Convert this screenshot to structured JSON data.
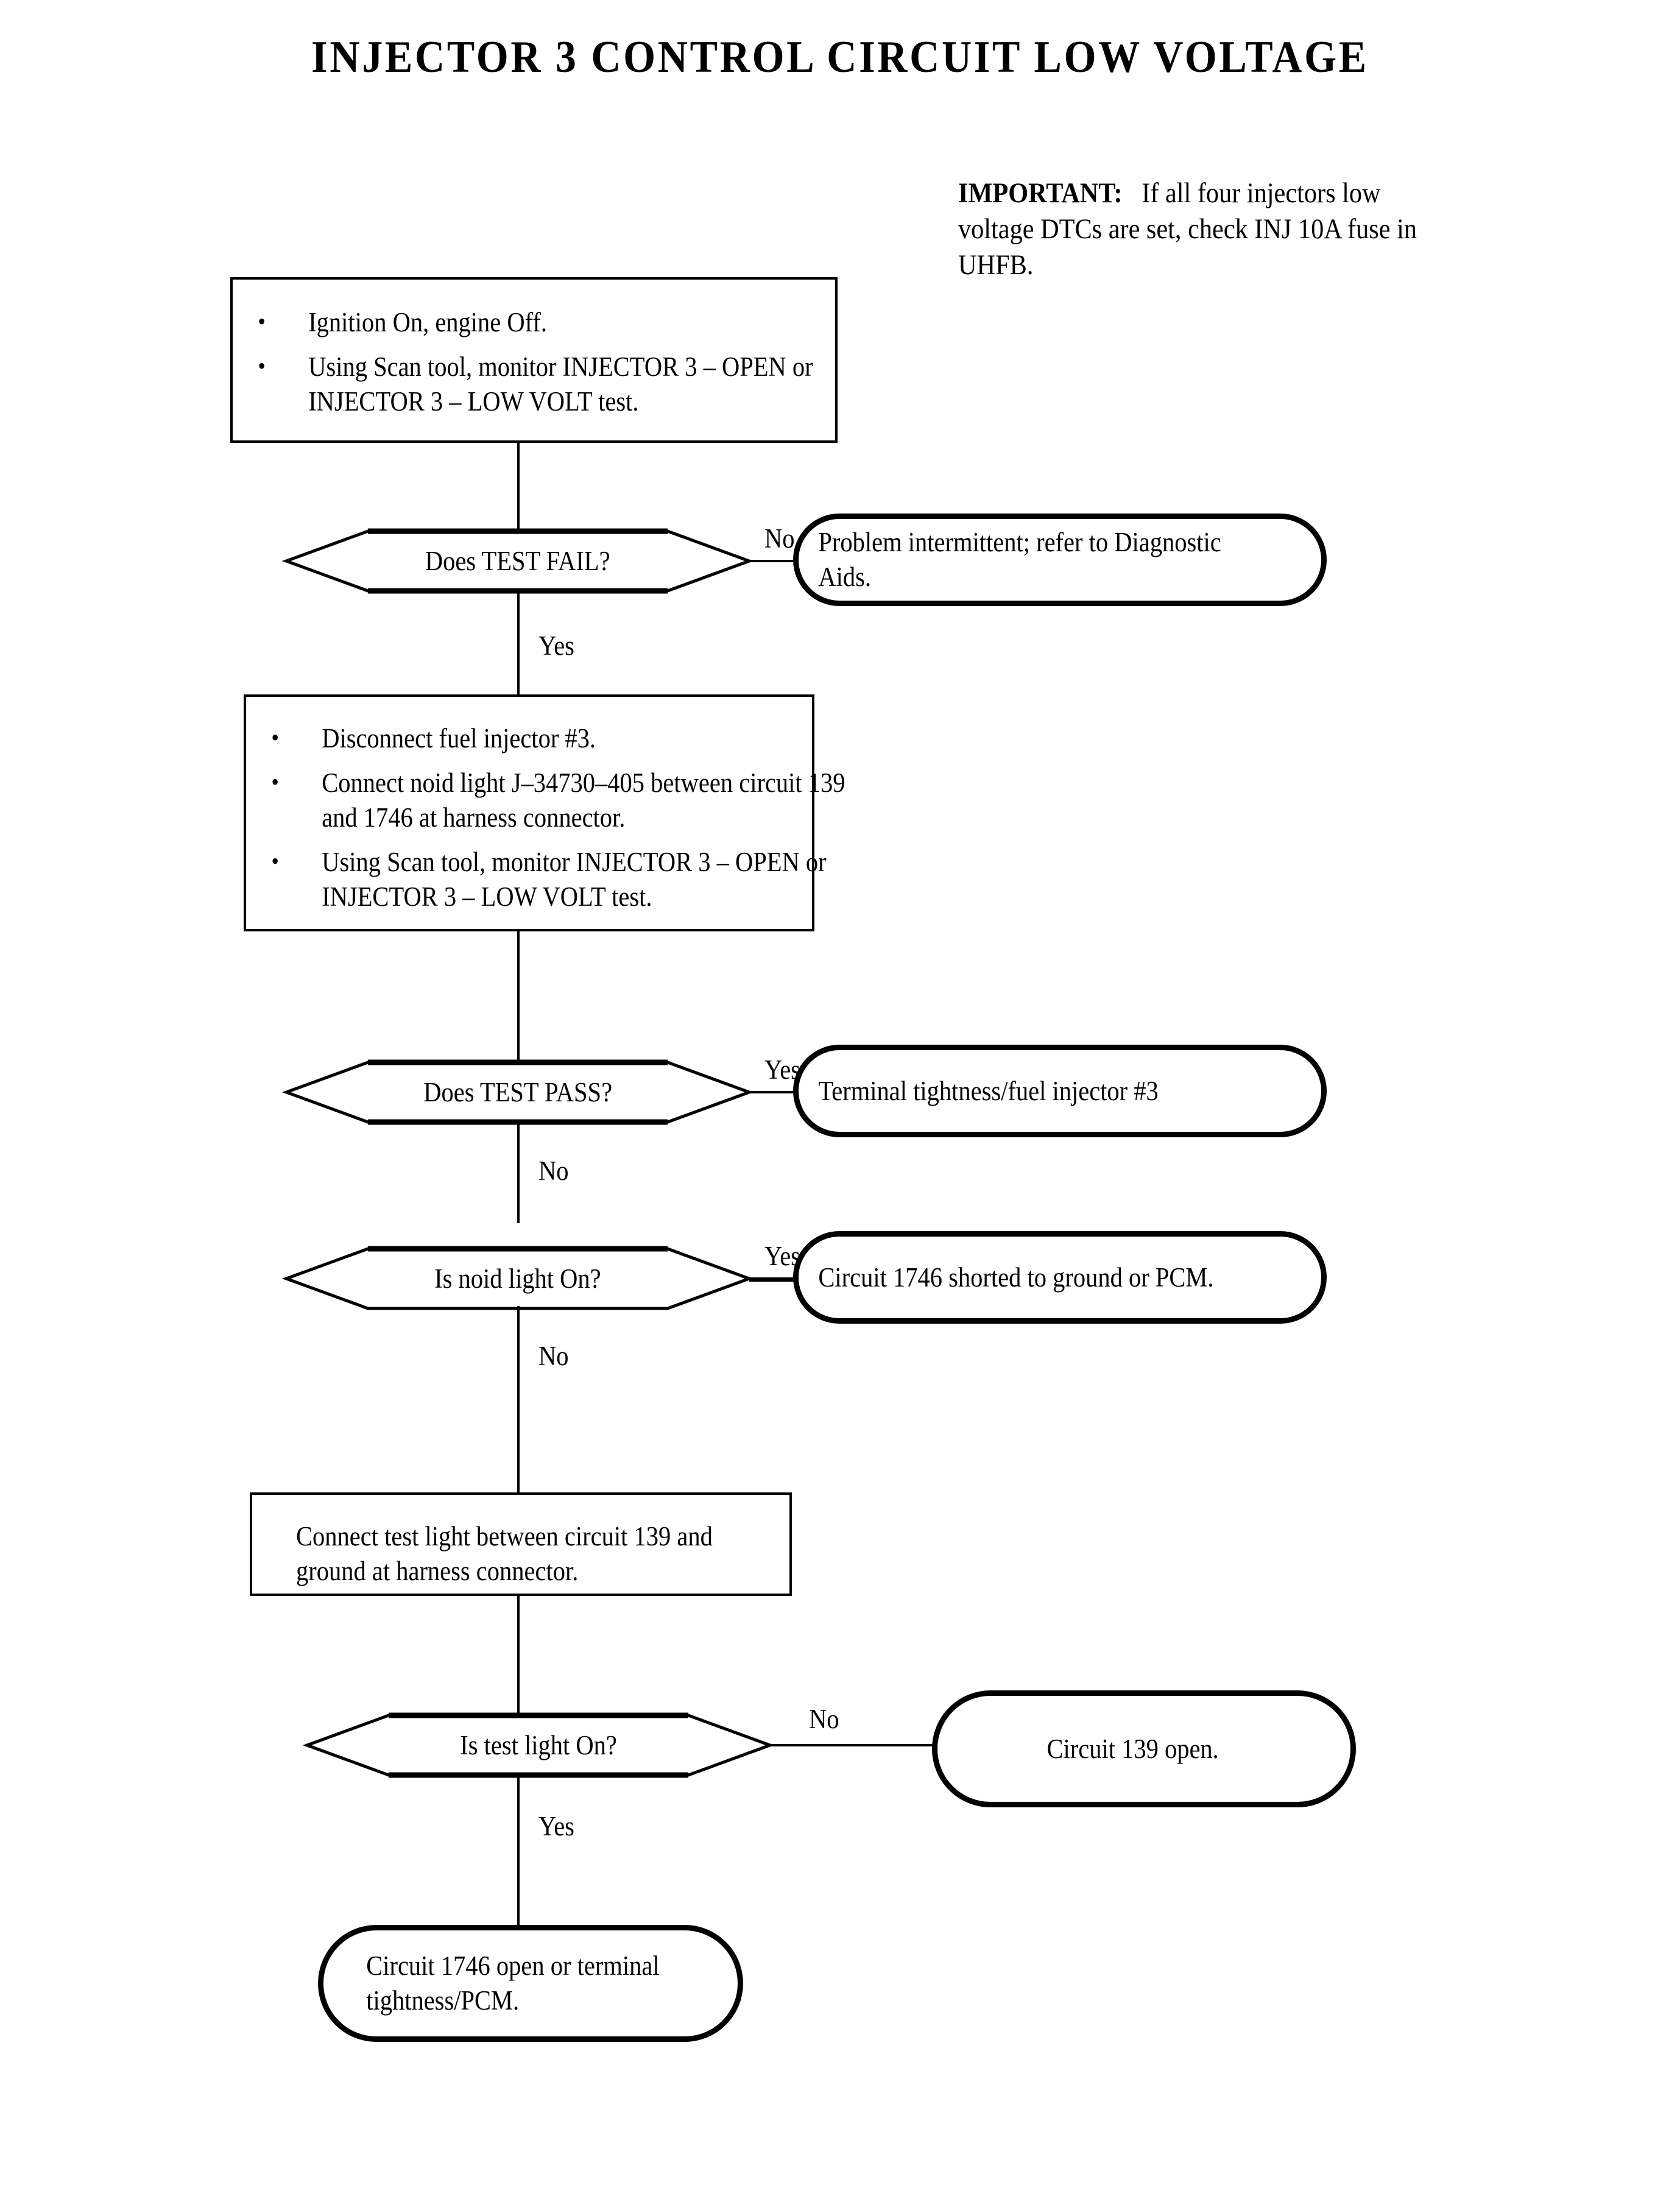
{
  "page": {
    "title": "INJECTOR 3 CONTROL CIRCUIT LOW VOLTAGE"
  },
  "important_note": {
    "lead": "IMPORTANT:",
    "body": "If all four injectors low voltage DTCs are set, check INJ 10A fuse in UHFB."
  },
  "flow": {
    "step1": {
      "bullets": [
        "Ignition On, engine Off.",
        "Using Scan tool, monitor INJECTOR 3 – OPEN or INJECTOR 3 – LOW VOLT test."
      ]
    },
    "decision1": {
      "question": "Does TEST FAIL?",
      "branch_right": "No",
      "branch_down": "Yes"
    },
    "outcome1": {
      "text": "Problem intermittent; refer to Diagnostic Aids."
    },
    "step2": {
      "bullets": [
        "Disconnect fuel injector #3.",
        "Connect noid light J–34730–405 between circuit 139 and 1746 at harness connector.",
        "Using Scan tool, monitor INJECTOR 3 – OPEN or INJECTOR 3 – LOW VOLT test."
      ]
    },
    "decision2": {
      "question": "Does TEST PASS?",
      "branch_right": "Yes",
      "branch_down": "No"
    },
    "outcome2": {
      "text": "Terminal tightness/fuel injector #3"
    },
    "decision3": {
      "question": "Is noid light On?",
      "branch_right": "Yes",
      "branch_down": "No"
    },
    "outcome3": {
      "text": "Circuit 1746 shorted to ground or PCM."
    },
    "step3": {
      "text": "Connect test light between circuit 139 and ground at harness connector."
    },
    "decision4": {
      "question": "Is test light On?",
      "branch_right": "No",
      "branch_down": "Yes"
    },
    "outcome4": {
      "text": "Circuit 139 open."
    },
    "outcome5": {
      "text": "Circuit 1746 open or terminal tightness/PCM."
    }
  },
  "colors": {
    "ink": "#000000",
    "paper": "#ffffff"
  }
}
